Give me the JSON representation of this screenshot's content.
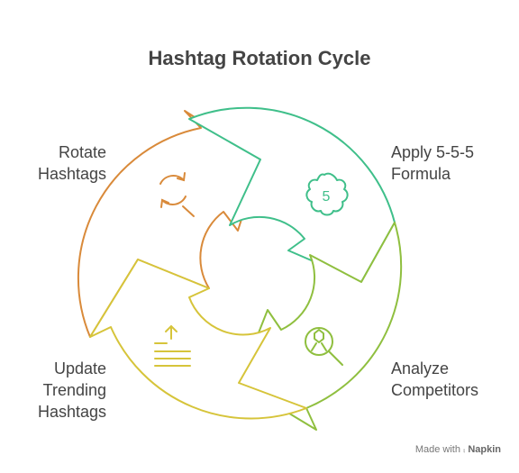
{
  "title": "Hashtag Rotation Cycle",
  "steps": [
    {
      "lines": [
        "Rotate",
        "Hashtags"
      ],
      "color": "#d98a3a",
      "icon": "rotate-arrows-icon"
    },
    {
      "lines": [
        "Apply 5-5-5",
        "Formula"
      ],
      "color": "#3fbf8a",
      "icon": "badge-five-icon",
      "icon_text": "5"
    },
    {
      "lines": [
        "Analyze",
        "Competitors"
      ],
      "color": "#8fbf3f",
      "icon": "magnifier-icon"
    },
    {
      "lines": [
        "Update",
        "Trending",
        "Hashtags"
      ],
      "color": "#d6c43a",
      "icon": "upload-lines-icon"
    }
  ],
  "footer": {
    "prefix": "Made with",
    "brand": "Napkin"
  }
}
